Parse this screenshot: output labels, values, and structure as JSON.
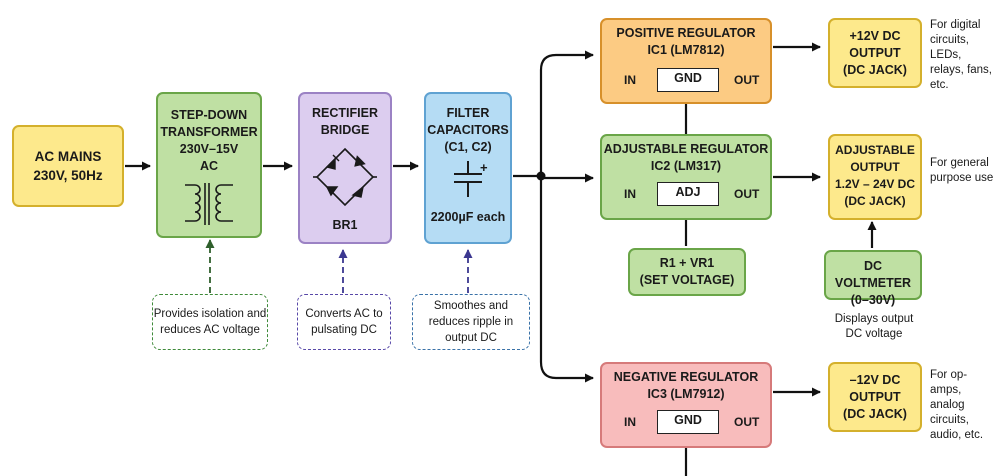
{
  "ac_mains": {
    "title": "AC MAINS",
    "sub": "230V, 50Hz"
  },
  "transformer": {
    "lines": [
      "STEP-DOWN",
      "TRANSFORMER",
      "230V–15V",
      "AC"
    ]
  },
  "rectifier": {
    "lines": [
      "RECTIFIER",
      "BRIDGE"
    ],
    "ref": "BR1"
  },
  "filter": {
    "lines": [
      "FILTER",
      "CAPACITORS",
      "(C1, C2)"
    ],
    "value": "2200µF each",
    "plus": "+"
  },
  "notes": {
    "transformer": "Provides isolation and reduces AC voltage",
    "rectifier": "Converts AC to pulsating DC",
    "filter": "Smoothes and reduces ripple in output DC"
  },
  "pos_reg": {
    "lines": [
      "POSITIVE REGULATOR",
      "IC1 (LM7812)"
    ],
    "in": "IN",
    "pin": "GND",
    "out": "OUT"
  },
  "adj_reg": {
    "lines": [
      "ADJUSTABLE REGULATOR",
      "IC2 (LM317)"
    ],
    "in": "IN",
    "pin": "ADJ",
    "out": "OUT"
  },
  "neg_reg": {
    "lines": [
      "NEGATIVE REGULATOR",
      "IC3 (LM7912)"
    ],
    "in": "IN",
    "pin": "GND",
    "out": "OUT"
  },
  "r1vr1": {
    "lines": [
      "R1 + VR1",
      "(SET VOLTAGE)"
    ]
  },
  "out_pos": {
    "lines": [
      "+12V DC",
      "OUTPUT",
      "(DC JACK)"
    ],
    "desc": "For digital circuits, LEDs, relays, fans, etc."
  },
  "out_adj": {
    "lines": [
      "ADJUSTABLE",
      "OUTPUT",
      "1.2V – 24V DC",
      "(DC JACK)"
    ],
    "desc": "For general purpose use"
  },
  "out_neg": {
    "lines": [
      "–12V DC",
      "OUTPUT",
      "(DC JACK)"
    ],
    "desc": "For op-amps, analog circuits, audio, etc."
  },
  "voltmeter": {
    "lines": [
      "DC VOLTMETER",
      "(0–30V)"
    ],
    "desc": "Displays output DC voltage"
  },
  "colors": {
    "yellow": "#fde98c",
    "green": "#bfe0a3",
    "purple": "#dccdef",
    "blue": "#b5dcf4",
    "orange": "#fccb83",
    "red": "#f8bcbc"
  },
  "icons": [
    "transformer-symbol-icon",
    "bridge-rectifier-icon",
    "capacitor-icon",
    "arrow-icon"
  ]
}
